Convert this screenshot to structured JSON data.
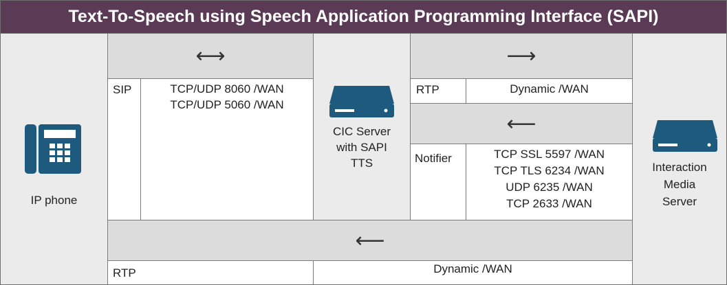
{
  "title": "Text-To-Speech using Speech Application Programming Interface (SAPI)",
  "endpoints": {
    "left": {
      "label": "IP phone",
      "icon": "ip-phone-icon"
    },
    "middle": {
      "label_lines": [
        "CIC Server",
        "with SAPI",
        "TTS"
      ],
      "icon": "server-icon"
    },
    "right": {
      "label_lines": [
        "Interaction",
        "Media",
        "Server"
      ],
      "icon": "server-icon"
    }
  },
  "flows": {
    "sip": {
      "direction": "bidirectional",
      "arrow": "⟷",
      "protocol": "SIP",
      "ports": [
        "TCP/UDP 8060 /WAN",
        "TCP/UDP 5060 /WAN"
      ]
    },
    "rtp_top": {
      "direction": "right",
      "arrow": "⟶",
      "protocol": "RTP",
      "ports": [
        "Dynamic /WAN"
      ]
    },
    "notifier": {
      "direction": "left",
      "arrow": "⟵",
      "protocol": "Notifier",
      "ports": [
        "TCP SSL 5597 /WAN",
        "TCP TLS 6234 /WAN",
        "UDP 6235 /WAN",
        "TCP 2633 /WAN"
      ]
    },
    "rtp_bottom": {
      "direction": "left",
      "arrow": "⟵",
      "protocol": "RTP",
      "ports": [
        "Dynamic /WAN"
      ]
    }
  },
  "colors": {
    "title_bg": "#5a3a55",
    "icon_fill": "#1e5a7d",
    "arrow_band": "#dcdcdc",
    "cell_bg": "#ebebeb"
  }
}
